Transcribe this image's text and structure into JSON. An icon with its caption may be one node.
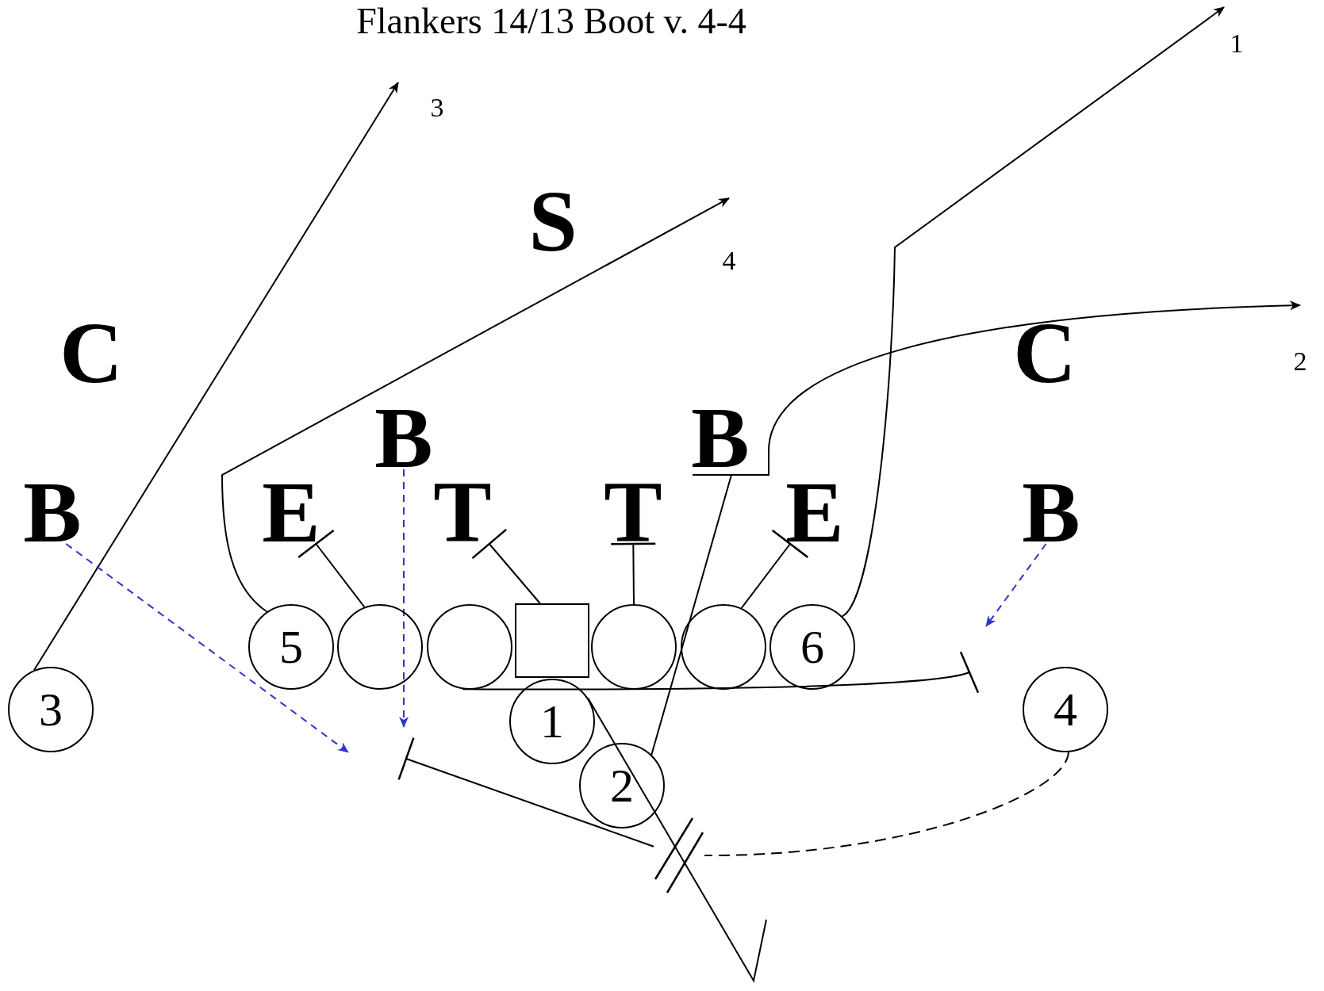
{
  "diagram": {
    "title": "Flankers 14/13 Boot v. 4-4",
    "nodes": [
      {
        "text": [
          "S"
        ]
      },
      {
        "text": [
          "C"
        ]
      },
      {
        "text": [
          "C"
        ]
      },
      {
        "text": [
          "B"
        ]
      },
      {
        "text": [
          "B"
        ]
      },
      {
        "text": [
          "B"
        ]
      },
      {
        "text": [
          "E"
        ]
      },
      {
        "text": [
          "T"
        ]
      },
      {
        "text": [
          "T"
        ]
      },
      {
        "text": [
          "E"
        ]
      },
      {
        "text": [
          "B"
        ]
      },
      {
        "text": [
          "5"
        ]
      },
      {
        "text": [],
        "shape": "circle"
      },
      {
        "text": [],
        "shape": "circle"
      },
      {
        "text": [],
        "shape": "box"
      },
      {
        "text": [],
        "shape": "circle"
      },
      {
        "text": [],
        "shape": "circle"
      },
      {
        "text": [
          "6"
        ]
      },
      {
        "text": [
          "3"
        ]
      },
      {
        "text": [
          "1"
        ]
      },
      {
        "text": [
          "4"
        ]
      },
      {
        "text": [
          "2"
        ]
      },
      {
        "text": [],
        "shape": "mark"
      }
    ],
    "edges": [
      {
        "from": 18,
        "to": null,
        "arrow": "to"
      },
      {
        "from": 11,
        "to": null,
        "arrow": "to"
      },
      {
        "from": 17,
        "to": null,
        "arrow": "to"
      },
      {
        "from": 21,
        "to": null,
        "arrow": "to"
      },
      {
        "from": 20,
        "to": 22,
        "arrow": "none",
        "style": "dashed"
      },
      {
        "from": 22,
        "to": null,
        "arrow": "other"
      },
      {
        "from": 19,
        "to": null,
        "arrow": "none"
      },
      {
        "from": 12,
        "to": 6,
        "arrow": "other"
      },
      {
        "from": 14,
        "to": 7,
        "arrow": "other"
      },
      {
        "from": 15,
        "to": 8,
        "arrow": "other"
      },
      {
        "from": 16,
        "to": 9,
        "arrow": "other"
      },
      {
        "from": 13,
        "to": null,
        "arrow": "other"
      },
      {
        "from": 5,
        "to": null,
        "arrow": "to",
        "style": "dashed",
        "color": "#3333cc"
      },
      {
        "from": 3,
        "to": null,
        "arrow": "to",
        "style": "dashed",
        "color": "#3333cc"
      },
      {
        "from": 10,
        "to": null,
        "arrow": "to",
        "style": "dashed",
        "color": "#3333cc"
      }
    ],
    "labels": [
      "1",
      "3",
      "4",
      "2"
    ]
  }
}
